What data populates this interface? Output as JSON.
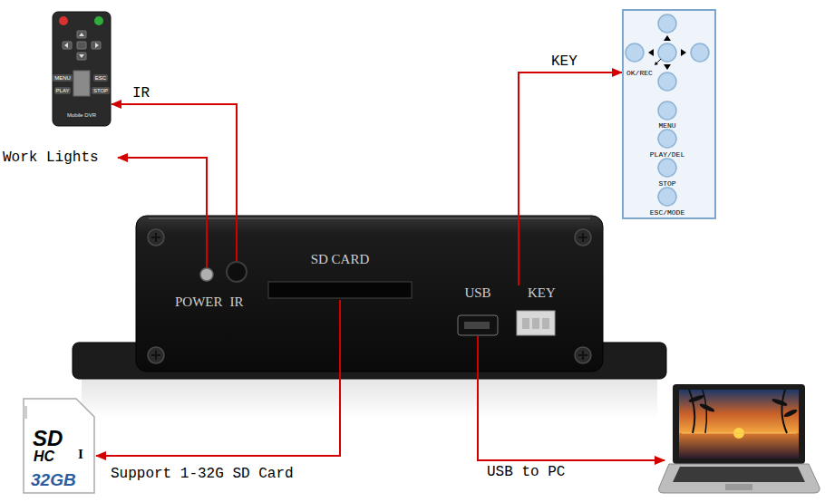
{
  "diagram": {
    "nodes": [
      {
        "text": [
          "MENU",
          "ESC",
          "PLAY",
          "STOP",
          "Mobile DVR"
        ]
      },
      {
        "text": [
          "OK/REC",
          "MENU",
          "PLAY/DEL",
          "STOP",
          "ESC/MODE"
        ]
      },
      {
        "text": [
          "POWER"
        ]
      },
      {
        "text": [
          "IR"
        ]
      },
      {
        "text": [
          "SD CARD"
        ]
      },
      {
        "text": [
          "USB"
        ]
      },
      {
        "text": [
          "KEY"
        ]
      },
      {
        "text": [
          "SD",
          "HC",
          "I",
          "32GB"
        ]
      }
    ],
    "edges": [
      {
        "from": 3,
        "to": 0,
        "arrow": "to",
        "label": "IR"
      },
      {
        "from": 6,
        "to": 1,
        "arrow": "to",
        "label": "KEY"
      },
      {
        "from": 4,
        "to": 7,
        "arrow": "to",
        "label": "Support 1-32G SD Card"
      }
    ],
    "labels": [
      "Work Lights",
      "USB to PC"
    ]
  }
}
